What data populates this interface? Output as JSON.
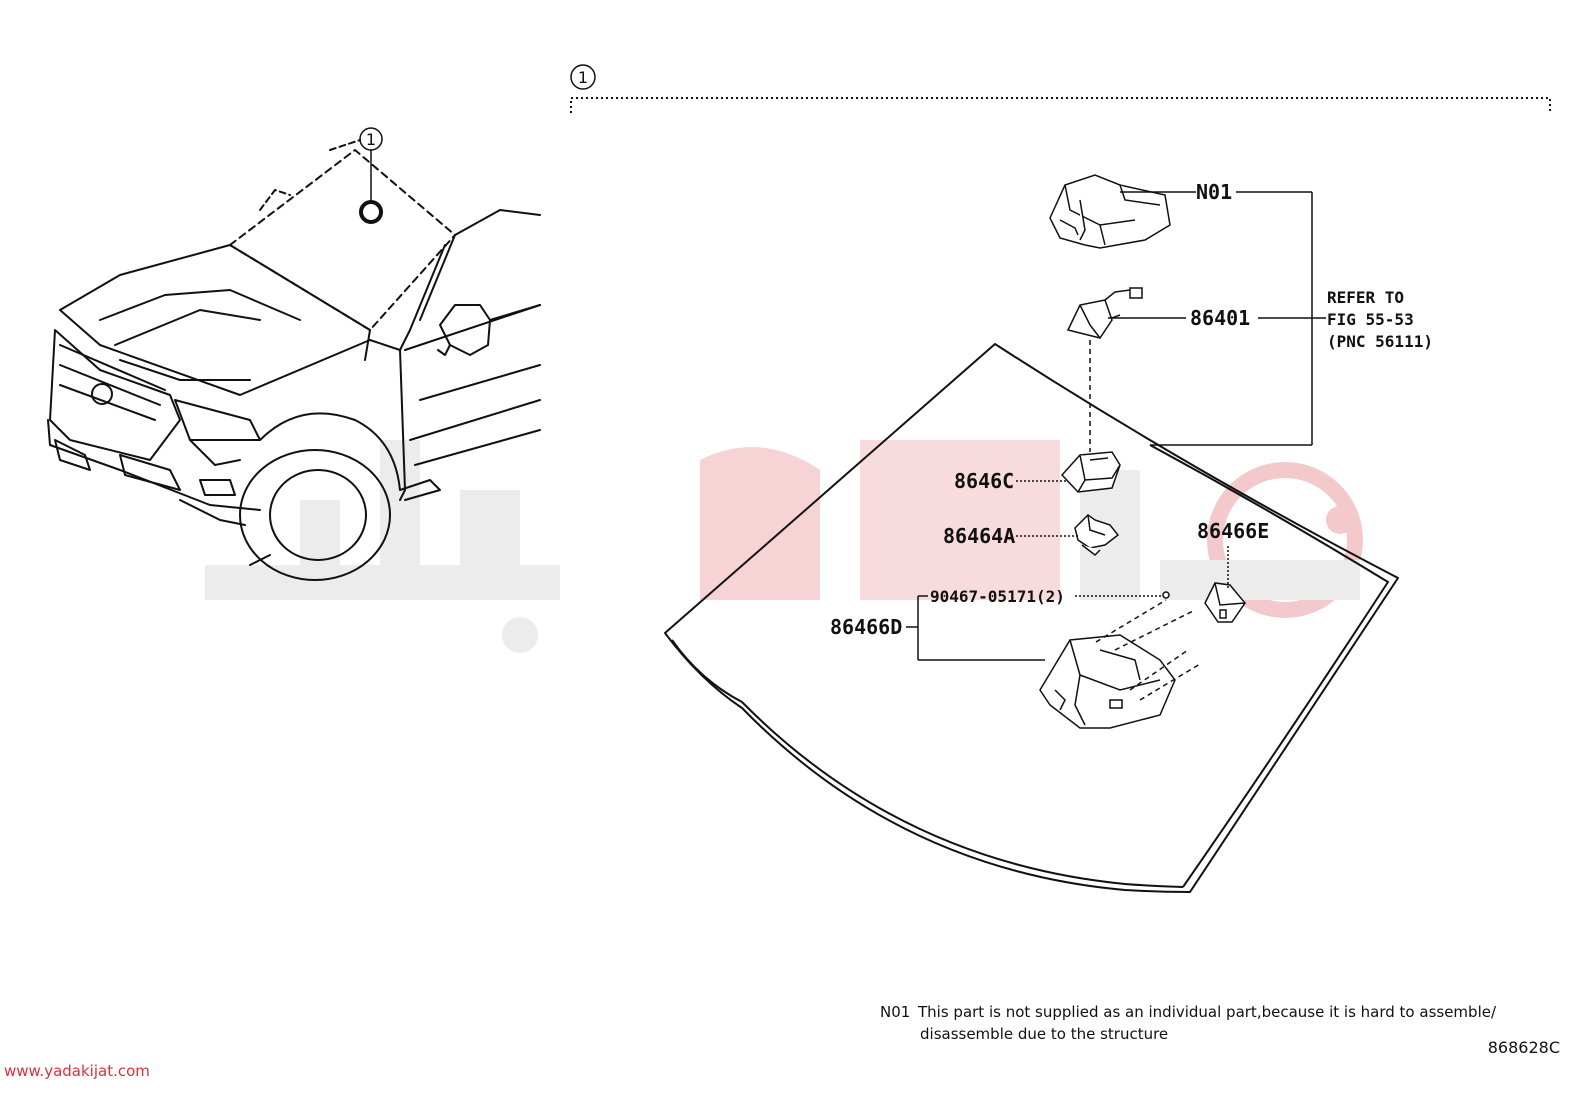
{
  "callouts": {
    "assembly": "1",
    "vehicle": "1"
  },
  "parts": {
    "n01": "N01",
    "p86401": "86401",
    "p8646c": "8646C",
    "p86464a": "86464A",
    "p86466e": "86466E",
    "p90467": "90467-05171(2)",
    "p86466d": "86466D"
  },
  "refer": {
    "line1": "REFER TO",
    "line2": "FIG 55-53",
    "line3": "(PNC 56111)"
  },
  "note": {
    "code": "N01",
    "line1": "This part is not supplied as an individual part,because it is hard to assemble/",
    "line2": "disassemble due to the structure"
  },
  "figure_code": "868628C",
  "watermark_url": "www.yadakijat.com",
  "colors": {
    "ink": "#111111",
    "watermark": "#e8e8e8",
    "watermark_accent": "#f3c9cc",
    "url": "#d9313a"
  }
}
